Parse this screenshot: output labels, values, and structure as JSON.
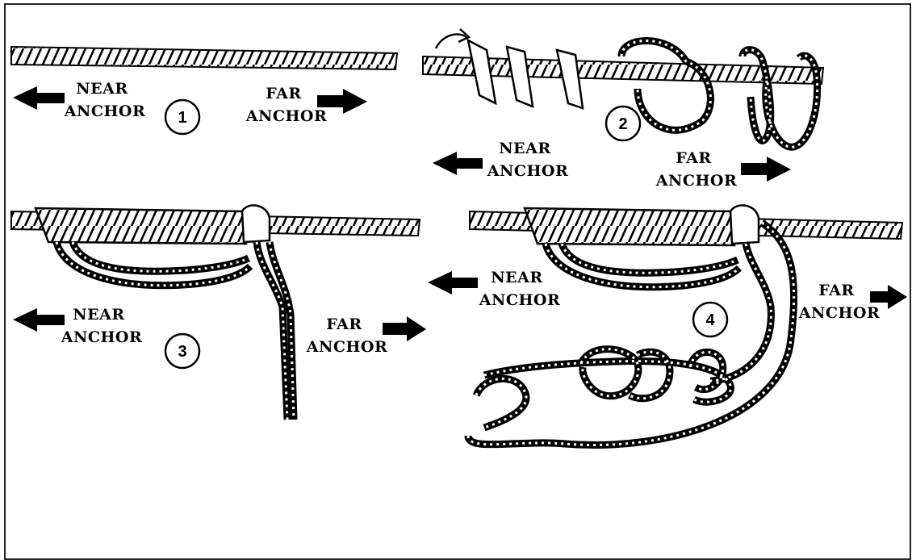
{
  "panels": [
    {
      "step": "1",
      "near_label": [
        "NEAR",
        "ANCHOR"
      ],
      "far_label": [
        "FAR",
        "ANCHOR"
      ]
    },
    {
      "step": "2",
      "near_label": [
        "NEAR",
        "ANCHOR"
      ],
      "far_label": [
        "FAR",
        "ANCHOR"
      ]
    },
    {
      "step": "3",
      "near_label": [
        "NEAR",
        "ANCHOR"
      ],
      "far_label": [
        "FAR",
        "ANCHOR"
      ]
    },
    {
      "step": "4",
      "near_label": [
        "NEAR",
        "ANCHOR"
      ],
      "far_label": [
        "FAR",
        "ANCHOR"
      ]
    }
  ],
  "colors": {
    "ink": "#000000",
    "paper": "#ffffff",
    "border": "#222222"
  }
}
